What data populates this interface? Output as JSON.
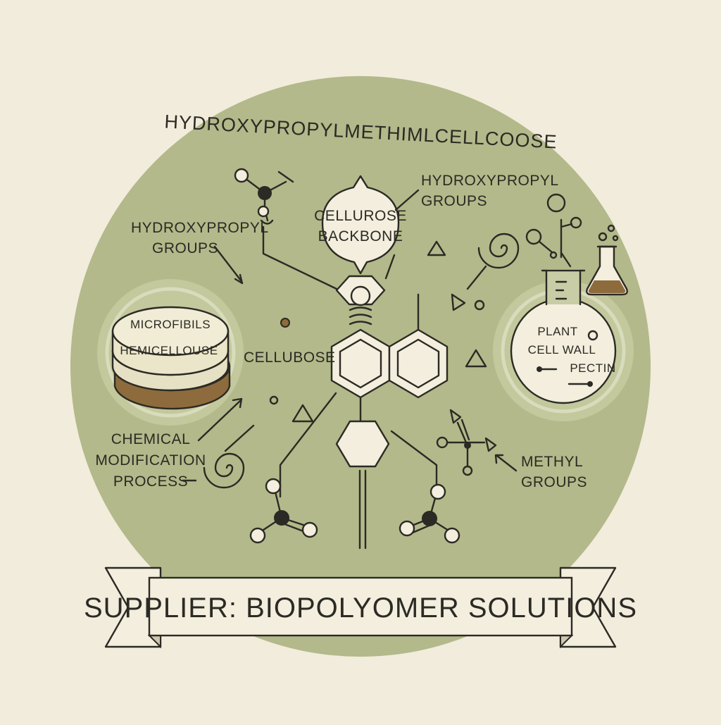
{
  "title": "HYDROXYPROPYLMETHIMLCELLCOOSE",
  "labels": {
    "backbone": [
      "CELLUROSE",
      "BACKBONE"
    ],
    "hydroxypropyl_right": [
      "HYDROXYPROPYL",
      "GROUPS"
    ],
    "hydroxypropyl_left": [
      "HYDROXYPROPYL",
      "GROUPS"
    ],
    "microfibrils": "MICROFIBILS",
    "hemicellulose": "HEMICELLOUSE",
    "cellubose": "CELLUBOSE",
    "chemical_modification": [
      "CHEMICAL",
      "MODIFICATION",
      "PROCESS"
    ],
    "plant_cell_wall": [
      "PLANT",
      "CELL WALL"
    ],
    "pectin": "PECTIN",
    "methyl": [
      "METHYL",
      "GROUPS"
    ]
  },
  "banner": "SUPPLIER: BIOPOLYOMER SOLUTIONS",
  "colors": {
    "background": "#f2ecdc",
    "circle": "#b3b98a",
    "ink": "#2b2a24",
    "cream": "#f3eedd",
    "brown": "#8d6b3c"
  }
}
